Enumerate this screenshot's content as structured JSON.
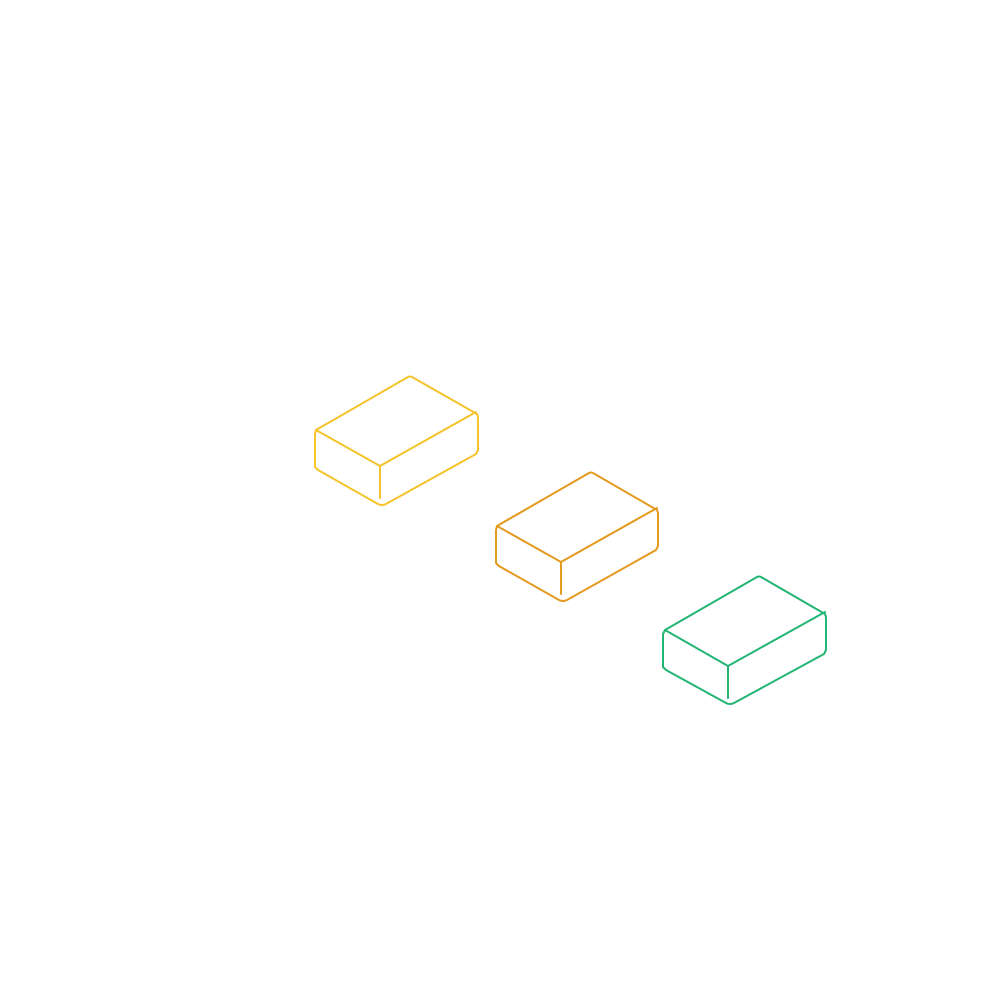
{
  "diagram": {
    "background": "#ffffff",
    "blocks": [
      {
        "id": "block-yellow",
        "color": "#F5C32C"
      },
      {
        "id": "block-orange",
        "color": "#E39A1E"
      },
      {
        "id": "block-green",
        "color": "#22B573"
      }
    ]
  }
}
